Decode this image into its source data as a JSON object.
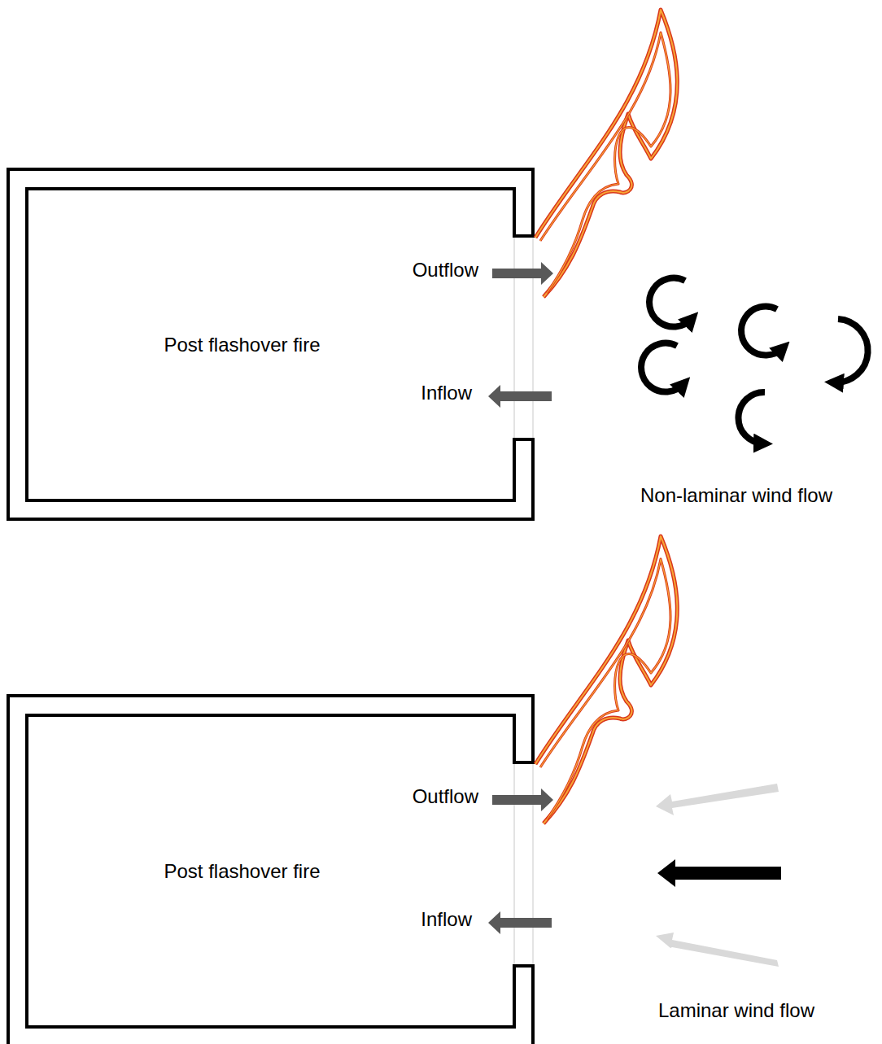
{
  "diagram": {
    "nodes": [
      {
        "text": [
          "Post flashover fire"
        ]
      },
      {
        "text": [
          "Post flashover fire"
        ]
      }
    ],
    "labels": [
      "Outflow",
      "Inflow",
      "Non-laminar wind flow",
      "Outflow",
      "Inflow",
      "Laminar wind flow"
    ]
  }
}
